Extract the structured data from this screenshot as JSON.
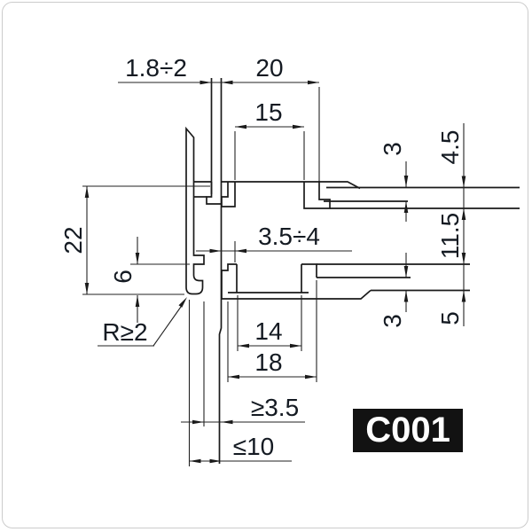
{
  "drawing": {
    "product_code": "C001",
    "dims": {
      "sheet_thickness": "1.8÷2",
      "upper_outer_width": "20",
      "upper_inner_width": "15",
      "upper_arm_thickness": "3",
      "upper_slot_depth": "4.5",
      "wall_height": "22",
      "middle_gap": "11.5",
      "hook_height": "6",
      "middle_slot": "3.5÷4",
      "fillet_radius": "R≥2",
      "lower_inner_width": "14",
      "lower_outer_width": "18",
      "lower_arm_thickness": "3",
      "lower_slot_depth": "5",
      "min_engagement": "≥3.5",
      "max_depth": "≤10"
    }
  }
}
